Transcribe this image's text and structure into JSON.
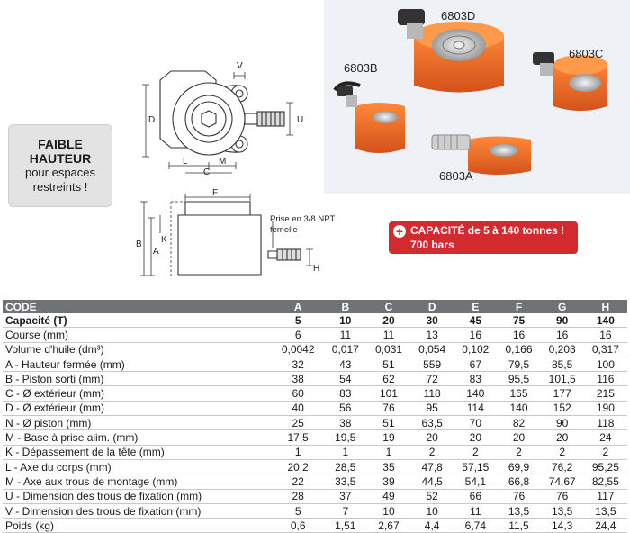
{
  "badge": {
    "line1": "FAIBLE",
    "line2": "HAUTEUR",
    "line3": "pour espaces",
    "line4": "restreints !"
  },
  "drawing": {
    "labels": {
      "v": "V",
      "u": "U",
      "d": "D",
      "l": "L",
      "c": "C",
      "m": "M",
      "f": "F",
      "b": "B",
      "a": "A",
      "k": "K",
      "h": "H"
    },
    "note1": "Prise en 3/8 NPT",
    "note2": "femelle"
  },
  "photo": {
    "labels": [
      "6803D",
      "6803B",
      "6803C",
      "6803A"
    ]
  },
  "capacity": {
    "line1": "CAPACITÉ de 5 à 140 tonnes !",
    "line2": "700 bars",
    "icon": "plus-icon"
  },
  "table": {
    "headers": [
      "CODE",
      "A",
      "B",
      "C",
      "D",
      "E",
      "F",
      "G",
      "H"
    ],
    "rows": [
      {
        "label": "Capacité (T)",
        "values": [
          "5",
          "10",
          "20",
          "30",
          "45",
          "75",
          "90",
          "140"
        ],
        "bold": true
      },
      {
        "label": "Course (mm)",
        "values": [
          "6",
          "11",
          "11",
          "13",
          "16",
          "16",
          "16",
          "16"
        ]
      },
      {
        "label": "Volume d'huile (dm³)",
        "values": [
          "0,0042",
          "0,017",
          "0,031",
          "0,054",
          "0,102",
          "0,166",
          "0,203",
          "0,317"
        ]
      },
      {
        "label": "A - Hauteur fermée (mm)",
        "values": [
          "32",
          "43",
          "51",
          "559",
          "67",
          "79,5",
          "85,5",
          "100"
        ]
      },
      {
        "label": "B - Piston sorti (mm)",
        "values": [
          "38",
          "54",
          "62",
          "72",
          "83",
          "95,5",
          "101,5",
          "116"
        ]
      },
      {
        "label": "C - Ø extérieur (mm)",
        "values": [
          "60",
          "83",
          "101",
          "118",
          "140",
          "165",
          "177",
          "215"
        ]
      },
      {
        "label": "D - Ø extérieur (mm)",
        "values": [
          "40",
          "56",
          "76",
          "95",
          "114",
          "140",
          "152",
          "190"
        ]
      },
      {
        "label": "N - Ø piston (mm)",
        "values": [
          "25",
          "38",
          "51",
          "63,5",
          "70",
          "82",
          "90",
          "118"
        ]
      },
      {
        "label": "M - Base à prise alim. (mm)",
        "values": [
          "17,5",
          "19,5",
          "19",
          "20",
          "20",
          "20",
          "20",
          "24"
        ]
      },
      {
        "label": "K - Dépassement de la tête (mm)",
        "values": [
          "1",
          "1",
          "1",
          "2",
          "2",
          "2",
          "2",
          "2"
        ]
      },
      {
        "label": "L - Axe du corps (mm)",
        "values": [
          "20,2",
          "28,5",
          "35",
          "47,8",
          "57,15",
          "69,9",
          "76,2",
          "95,25"
        ]
      },
      {
        "label": "M - Axe aux trous de montage (mm)",
        "values": [
          "22",
          "33,5",
          "39",
          "44,5",
          "54,1",
          "66,8",
          "74,67",
          "82,55"
        ]
      },
      {
        "label": "U - Dimension des trous de fixation (mm)",
        "values": [
          "28",
          "37",
          "49",
          "52",
          "66",
          "76",
          "76",
          "117"
        ]
      },
      {
        "label": "V - Dimension des trous de fixation (mm)",
        "values": [
          "5",
          "7",
          "10",
          "10",
          "11",
          "13,5",
          "13,5",
          "13,5"
        ]
      },
      {
        "label": "Poids (kg)",
        "values": [
          "0,6",
          "1,51",
          "2,67",
          "4,4",
          "6,74",
          "11,5",
          "14,3",
          "24,4"
        ]
      }
    ]
  }
}
